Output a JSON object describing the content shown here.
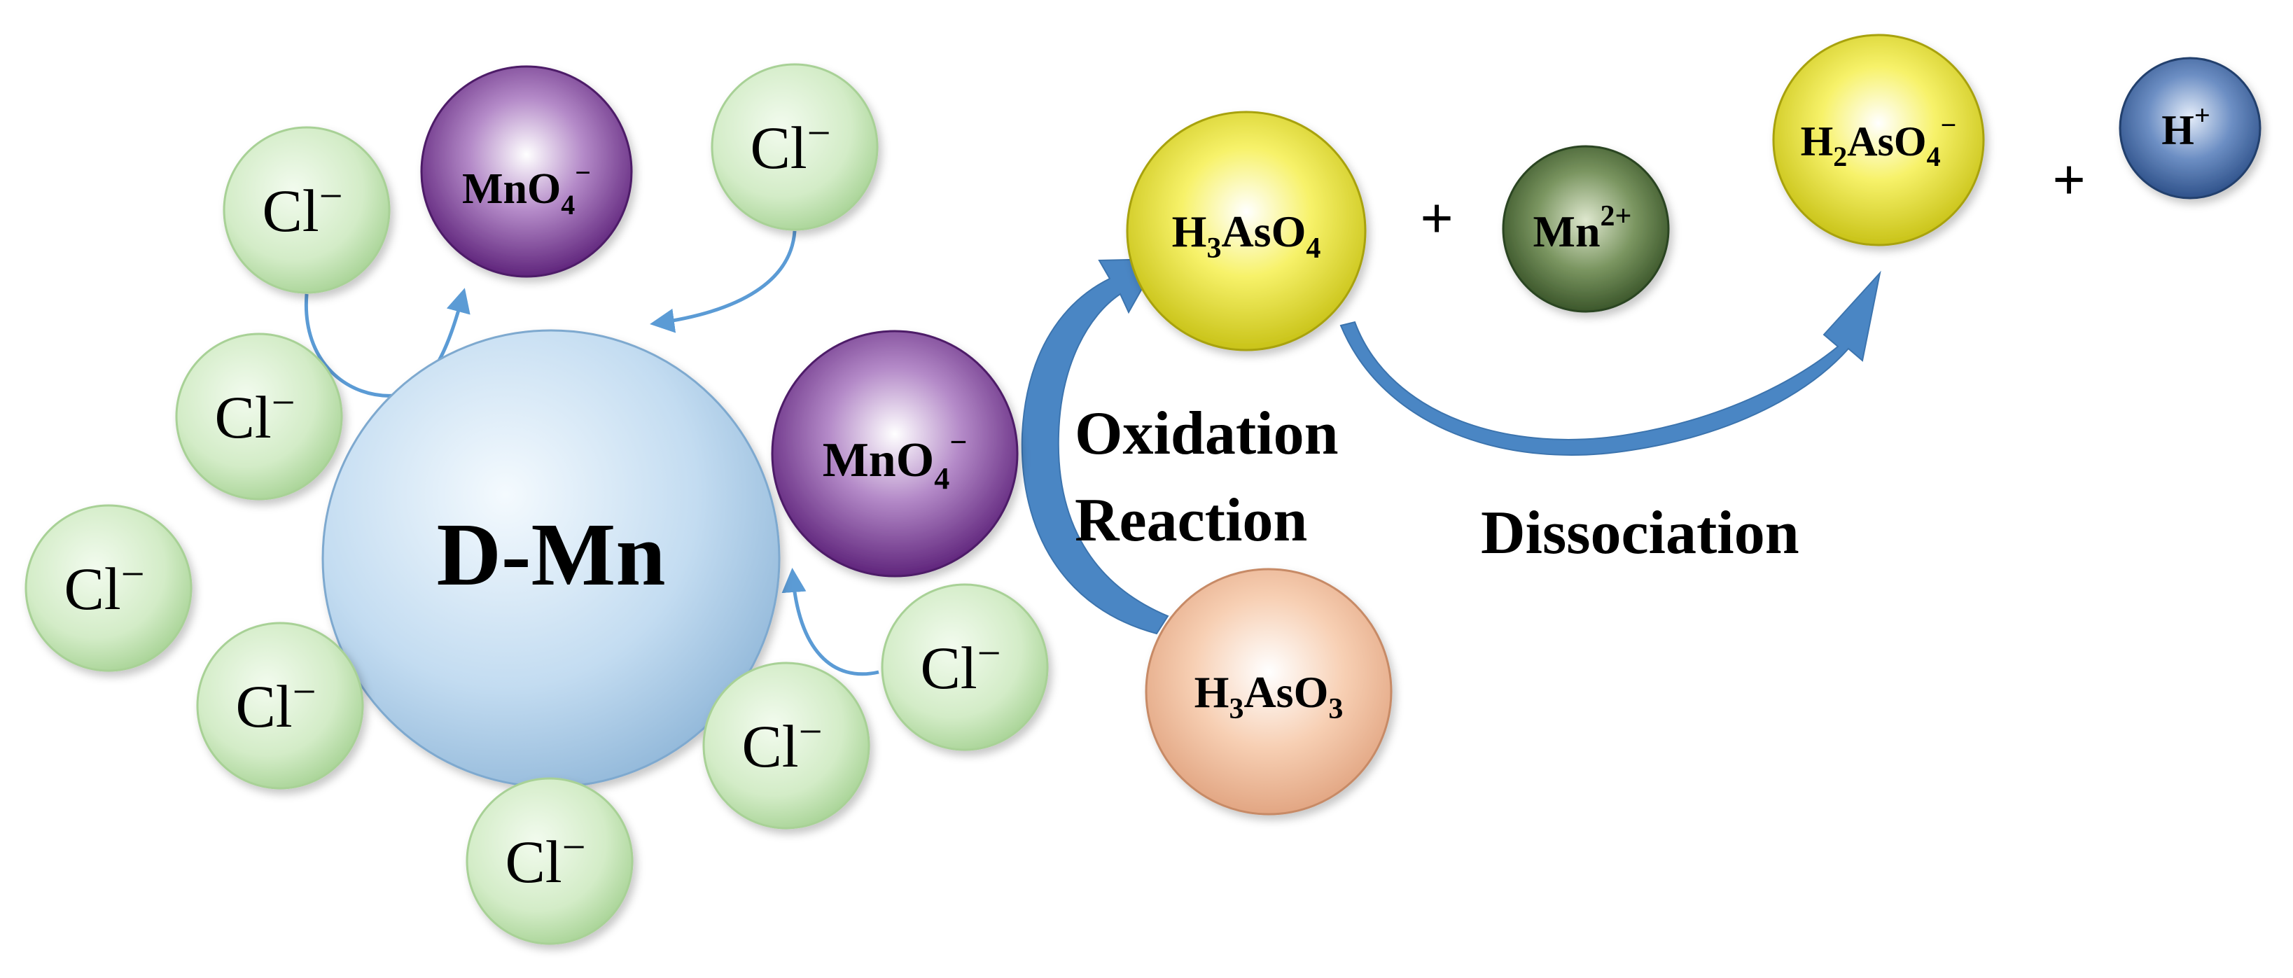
{
  "colors": {
    "chloride_fill": "#cfeac2",
    "chloride_edge": "#a8d196",
    "permanganate": "#6a2a86",
    "core": "#bcd9f0",
    "arsenate": "#e8e32a",
    "manganese_ion": "#4f6e3a",
    "arsenite": "#f0bf9f",
    "proton": "#3f6aa6",
    "arrow": "#4a86c4"
  },
  "core": {
    "label": "D-Mn"
  },
  "chloride": {
    "base": "Cl",
    "sup": "−"
  },
  "permanganate": {
    "base": "MnO",
    "sub": "4",
    "sup": "−"
  },
  "arsenate": {
    "h": "H",
    "h_sub": "3",
    "rest": "AsO",
    "rest_sub": "4"
  },
  "arsenite": {
    "h": "H",
    "h_sub": "3",
    "rest": "AsO",
    "rest_sub": "3"
  },
  "dihydrogen_arsenate": {
    "h": "H",
    "h_sub": "2",
    "rest": "AsO",
    "rest_sub": "4",
    "sup": "−"
  },
  "manganese_ion": {
    "base": "Mn",
    "sup": "2+"
  },
  "proton": {
    "base": "H",
    "sup": "+"
  },
  "plus_sign": "+",
  "labels": {
    "oxidation_line1": "Oxidation",
    "oxidation_line2": "Reaction",
    "dissociation": "Dissociation"
  }
}
